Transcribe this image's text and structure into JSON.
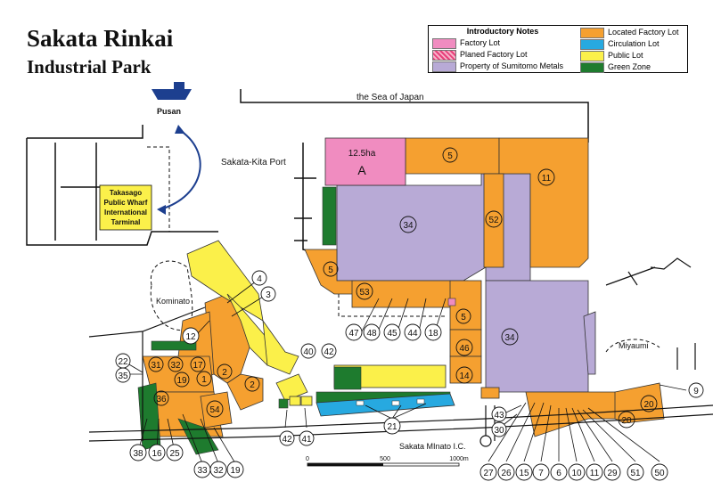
{
  "title": {
    "line1": "Sakata Rinkai",
    "line2": "Industrial Park"
  },
  "legend": {
    "header": "Introductory Notes",
    "items": [
      {
        "label": "Factory Lot",
        "color": "#f08cc0"
      },
      {
        "label": "Planed Factory Lot",
        "color": "#e8407a"
      },
      {
        "label": "Property of Sumitomo Metals",
        "color": "#b8aad6"
      },
      {
        "label": "Located Factory Lot",
        "color": "#f5a030"
      },
      {
        "label": "Circulation Lot",
        "color": "#27a9e0"
      },
      {
        "label": "Public Lot",
        "color": "#fbf04a"
      },
      {
        "label": "Green Zone",
        "color": "#1e7b2e"
      }
    ]
  },
  "places": {
    "sea": "the Sea of Japan",
    "port": "Sakata-Kita Port",
    "pusan": "Pusan",
    "wharf": [
      "Takasago",
      "Public Wharf",
      "International",
      "Tarminal"
    ],
    "kominato": "Kominato",
    "miyaumi": "Miyaumi",
    "ic": "Sakata MInato I.C.",
    "lot_a_area": "12.5ha",
    "lot_a_letter": "A"
  },
  "scale": {
    "ticks": [
      "0",
      "500",
      "1000m"
    ]
  },
  "lot_numbers": {
    "n5a": "5",
    "n11": "11",
    "n34a": "34",
    "n52": "52",
    "n5b": "5",
    "n53": "53",
    "n5c": "5",
    "n46": "46",
    "n14": "14",
    "n34b": "34",
    "n47": "47",
    "n48": "48",
    "n45": "45",
    "n44": "44",
    "n18": "18",
    "n4": "4",
    "n3": "3",
    "n12": "12",
    "n40": "40",
    "n42t": "42",
    "n22": "22",
    "n35": "35",
    "n31": "31",
    "n32a": "32",
    "n17": "17",
    "n19a": "19",
    "n1": "1",
    "n2a": "2",
    "n2b": "2",
    "n36": "36",
    "n54": "54",
    "n38": "38",
    "n16": "16",
    "n25": "25",
    "n33": "33",
    "n32b": "32",
    "n19b": "19",
    "n42b": "42",
    "n41": "41",
    "n21": "21",
    "n43": "43",
    "n30": "30",
    "n27": "27",
    "n26": "26",
    "n15": "15",
    "n7": "7",
    "n6": "6",
    "n10": "10",
    "n11b": "11",
    "n29": "29",
    "n51": "51",
    "n50": "50",
    "n9": "9",
    "n20a": "20",
    "n20b": "20"
  }
}
